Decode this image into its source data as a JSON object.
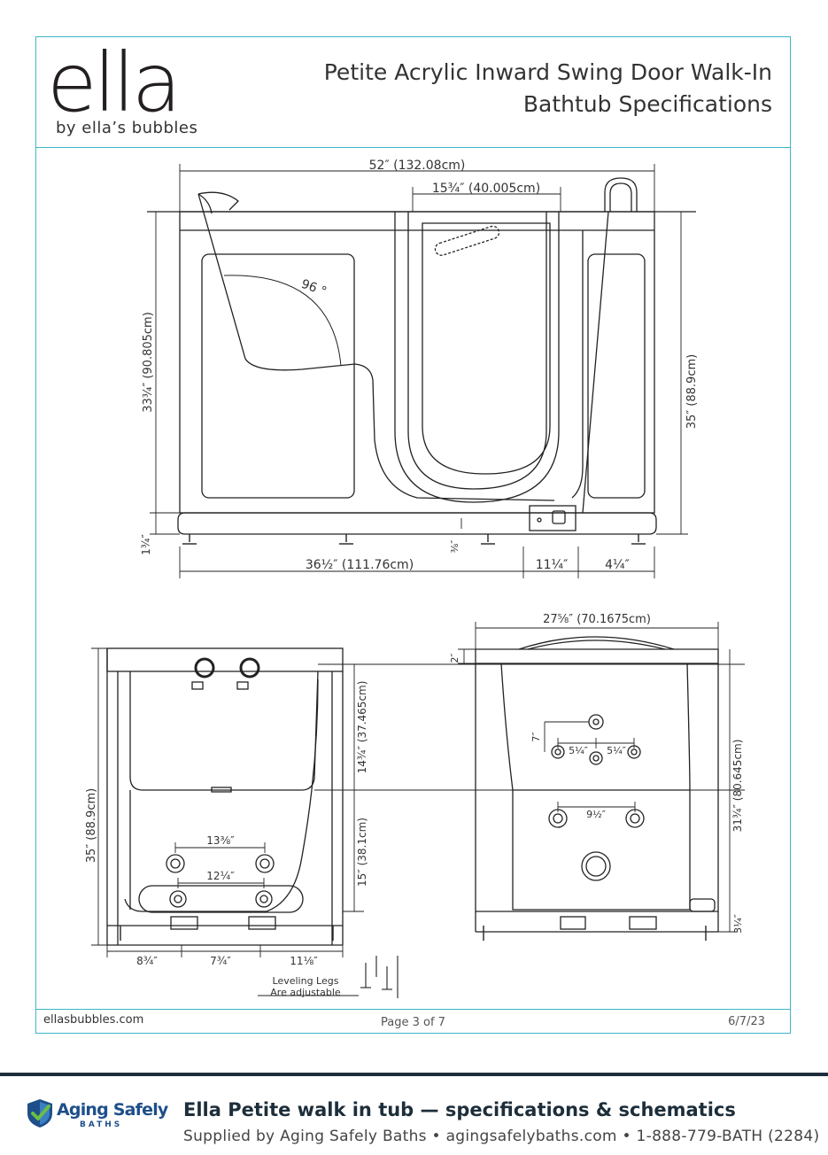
{
  "header": {
    "logo_word": "ella",
    "logo_sub": "by ella’s bubbles",
    "title_line1": "Petite Acrylic Inward Swing Door Walk-In",
    "title_line2": "Bathtub Specifications"
  },
  "top_view": {
    "overall_width": "52″ (132.08cm)",
    "door_width": "15¾″ (40.005cm)",
    "seat_angle": "96 °",
    "left_height": "33¾″ (90.805cm)",
    "right_height": "35″ (88.9cm)",
    "leg_height": "1¾″",
    "drain_offset": "⅜″",
    "dim_bottom_1": "36½″ (111.76cm)",
    "dim_bottom_2": "11¼″",
    "dim_bottom_3": "4¼″"
  },
  "front_view": {
    "overall_height": "35″ (88.9cm)",
    "upper_depth": "14¾″ (37.465cm)",
    "lower_depth": "15″ (38.1cm)",
    "jet_spacing_upper": "13⅜″",
    "jet_spacing_lower": "12¼″",
    "dim_bottom_1": "8¾″",
    "dim_bottom_2": "7¾″",
    "dim_bottom_3": "11⅛″",
    "leveling_note_1": "Leveling Legs",
    "leveling_note_2": "Are adjustable"
  },
  "side_view": {
    "overall_width": "27⅝″ (70.1675cm)",
    "rim_height": "2″",
    "overall_height": "31¾″ (80.645cm)",
    "leg_height": "3¼″",
    "jet_vertical": "7″",
    "jet_spacing_left": "5¼″",
    "jet_spacing_right": "5¼″",
    "jet_spacing_lower": "9½″"
  },
  "footer": {
    "website": "ellasbubbles.com",
    "page": "Page 3 of 7",
    "date": "6/7/23"
  },
  "band": {
    "brand_name": "Aging Safely",
    "brand_sub": "BATHS",
    "title": "Ella Petite walk in tub — specifications & schematics",
    "subtitle": "Supplied by Aging Safely Baths  •  agingsafelybaths.com  •  1-888-779-BATH (2284)"
  },
  "colors": {
    "frame": "#3db6c6",
    "band_rule": "#1d2e3b",
    "brand_blue": "#1e4f8a",
    "brand_green": "#6bbf45"
  }
}
